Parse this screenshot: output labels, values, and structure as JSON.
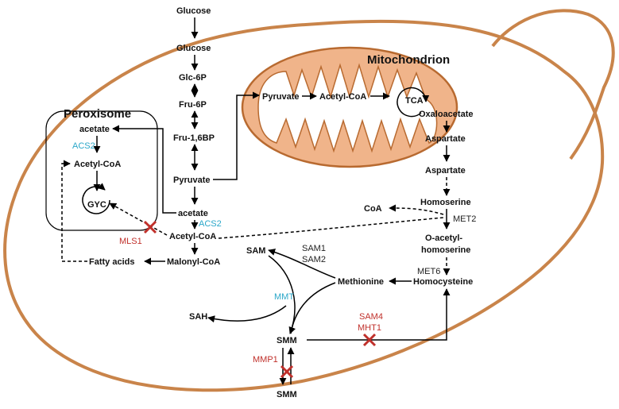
{
  "compartments": {
    "peroxisome": "Peroxisome",
    "mitochondrion": "Mitochondrion"
  },
  "metabolites": {
    "glucose_out": "Glucose",
    "glucose_in": "Glucose",
    "glc6p": "Glc-6P",
    "fru6p": "Fru-6P",
    "fru16bp": "Fru-1,6BP",
    "pyruvate": "Pyruvate",
    "acetate": "acetate",
    "acetyl_coa": "Acetyl-CoA",
    "malonyl_coa": "Malonyl-CoA",
    "fatty_acids": "Fatty acids",
    "perox_acetate": "acetate",
    "perox_acetyl_coa": "Acetyl-CoA",
    "gyc": "GYC",
    "mito_pyruvate": "Pyruvate",
    "mito_acetyl_coa": "Acetyl-CoA",
    "tca": "TCA",
    "oxaloacetate": "Oxaloacetate",
    "mito_aspartate": "Aspartate",
    "aspartate": "Aspartate",
    "homoserine": "Homoserine",
    "coa": "CoA",
    "o_acetyl_1": "O-acetyl-",
    "o_acetyl_2": "homoserine",
    "homocysteine": "Homocysteine",
    "methionine": "Methionine",
    "sam": "SAM",
    "sah": "SAH",
    "smm_in": "SMM",
    "smm_out": "SMM"
  },
  "enzymes": {
    "acs2_perox": "ACS2",
    "acs2_cyto": "ACS2",
    "mls1": "MLS1",
    "met2": "MET2",
    "met6": "MET6",
    "sam1": "SAM1",
    "sam2": "SAM2",
    "mmt": "MMT",
    "sam4": "SAM4",
    "mht1": "MHT1",
    "mmp1": "MMP1"
  },
  "colors": {
    "cell_wall": "#c9844a",
    "mito_fill": "#f0b48a",
    "mito_edge": "#b86a30",
    "enzyme_blue": "#2aa7c9",
    "enzyme_red": "#c0302b",
    "block_x": "#c0302b"
  }
}
